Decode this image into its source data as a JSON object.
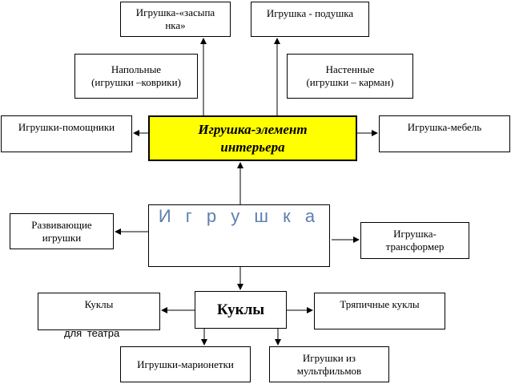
{
  "center": {
    "label": "Игрушка-элемент\nинтерьера"
  },
  "top_left": {
    "label": "Игрушка-«засыпа\nнка»"
  },
  "top_right": {
    "label": "Игрушка - подушка"
  },
  "floor": {
    "label": "Напольные\n(игрушки –коврики)"
  },
  "wall": {
    "label": "Настенные\n(игрушки – карман)"
  },
  "helpers": {
    "label": "Игрушки-помощники"
  },
  "furniture": {
    "label": "Игрушка-мебель"
  },
  "toy": {
    "label": "И г р у ш к а"
  },
  "developing": {
    "label": "Развивающие\nигрушки"
  },
  "transformer": {
    "label": "Игрушка-\nтрансформер"
  },
  "dolls": {
    "label": "Куклы"
  },
  "theatre_dolls": {
    "label": "Куклы"
  },
  "theatre_caption": {
    "label": "для театра"
  },
  "rag_dolls": {
    "label": "Тряпичные куклы"
  },
  "marionettes": {
    "label": "Игрушки-марионетки"
  },
  "cartoon": {
    "label": "Игрушки из\nмультфильмов"
  }
}
